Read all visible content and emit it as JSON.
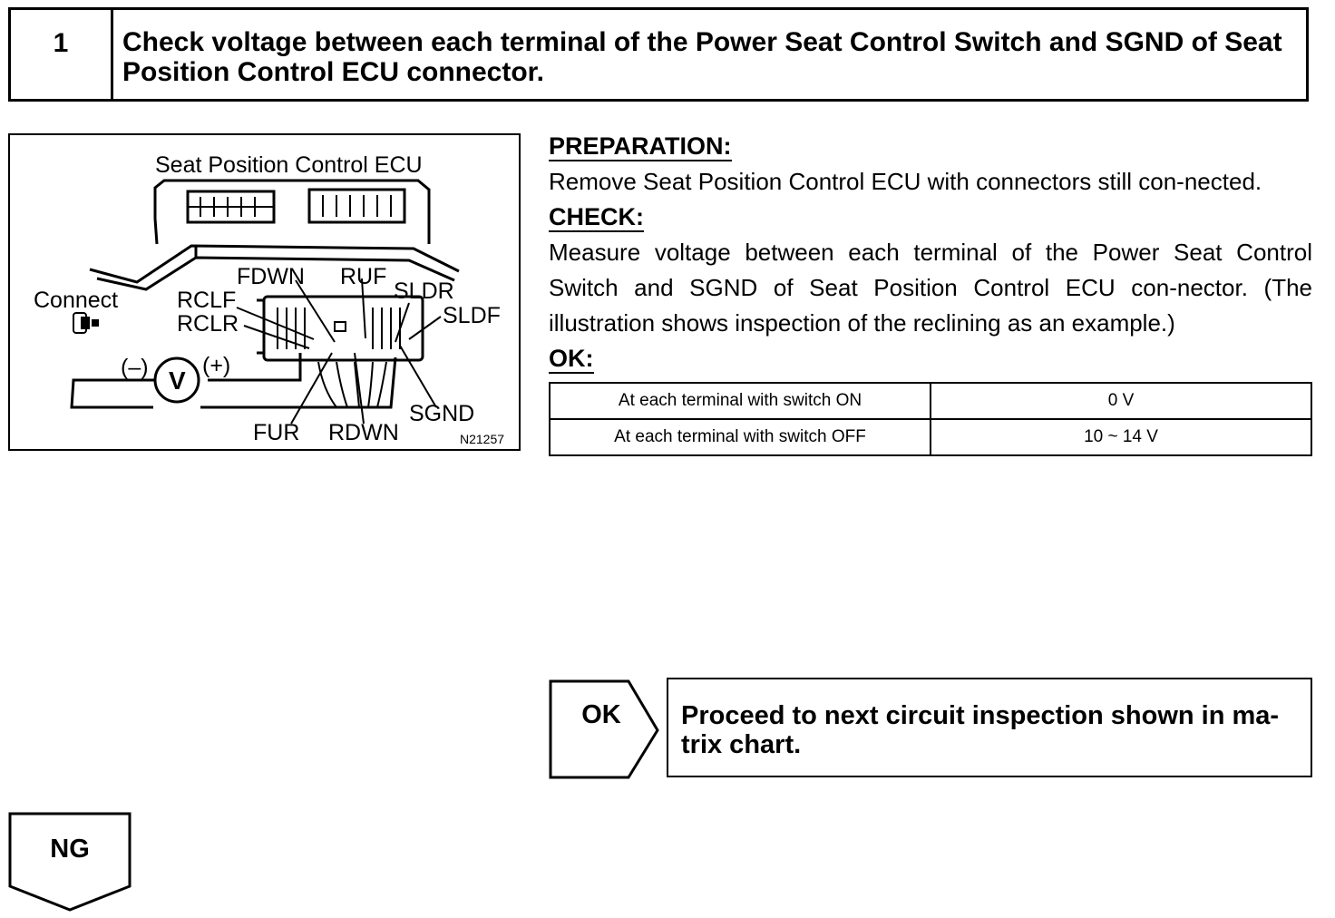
{
  "step": {
    "number": "1",
    "title": "Check voltage between each terminal of the Power Seat Control Switch and SGND of Seat Position Control ECU connector."
  },
  "figure": {
    "title": "Seat Position Control ECU",
    "connect_label": "Connect",
    "meter_minus": "(–)",
    "meter_plus": "(+)",
    "meter_symbol": "V",
    "terminals": {
      "fdwn": "FDWN",
      "ruf": "RUF",
      "sldr": "SLDR",
      "rclf": "RCLF",
      "rclr": "RCLR",
      "sldf": "SLDF",
      "sgnd": "SGND",
      "fur": "FUR",
      "rdwn": "RDWN"
    },
    "figure_id": "N21257"
  },
  "preparation": {
    "heading": "PREPARATION:",
    "text": "Remove Seat Position Control ECU with connectors still con-nected."
  },
  "check": {
    "heading": "CHECK:",
    "text": "Measure voltage between each terminal of the Power Seat Control Switch and SGND of Seat Position Control ECU con-nector. (The illustration shows inspection of the reclining as an example.)"
  },
  "ok_spec": {
    "heading": "OK:",
    "rows": [
      {
        "condition": "At each terminal with switch ON",
        "value": "0 V"
      },
      {
        "condition": "At each terminal with switch OFF",
        "value": "10 ~ 14 V"
      }
    ]
  },
  "result_ok": {
    "label": "OK",
    "text": "Proceed to next circuit inspection shown in ma-trix chart."
  },
  "result_ng": {
    "label": "NG"
  }
}
